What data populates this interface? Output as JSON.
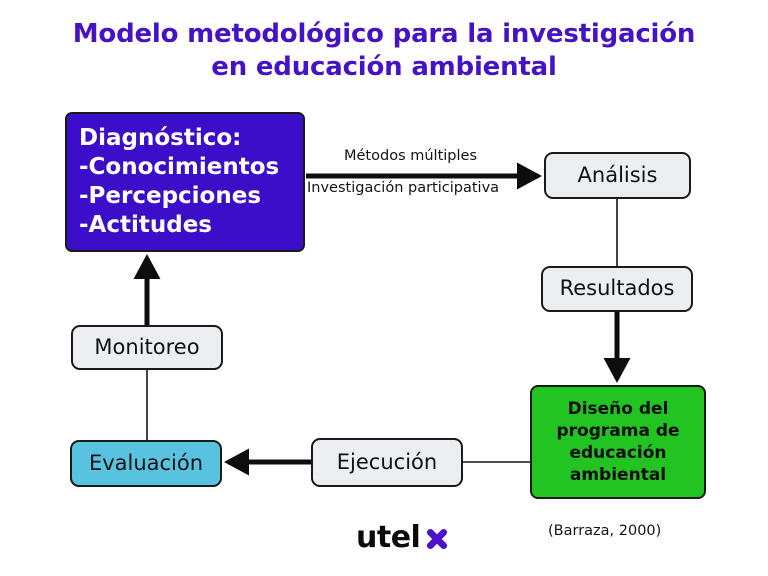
{
  "title": {
    "line1": "Modelo metodológico para la investigación",
    "line2": "en educación ambiental",
    "color": "#4612c6"
  },
  "nodes": {
    "diagnostico": {
      "heading": "Diagnóstico:",
      "item1": "-Conocimientos",
      "item2": "-Percepciones",
      "item3": "-Actitudes",
      "fill": "#3d0ec9",
      "text_color": "#ffffff"
    },
    "analisis": {
      "label": "Análisis",
      "fill": "#eceef1",
      "text_color": "#111111"
    },
    "resultados": {
      "label": "Resultados",
      "fill": "#eceef1",
      "text_color": "#111111"
    },
    "diseno": {
      "line1": "Diseño del",
      "line2": "programa de",
      "line3": "educación",
      "line4": "ambiental",
      "fill": "#22c421",
      "text_color": "#0b0b0b"
    },
    "monitoreo": {
      "label": "Monitoreo",
      "fill": "#eceef1",
      "text_color": "#111111"
    },
    "evaluacion": {
      "label": "Evaluación",
      "fill": "#58c3e0",
      "text_color": "#111111"
    },
    "ejecucion": {
      "label": "Ejecución",
      "fill": "#eceef1",
      "text_color": "#111111"
    }
  },
  "edge_labels": {
    "metodos": "Métodos múltiples",
    "investigacion": "Investigación participativa"
  },
  "citation": "(Barraza, 2000)",
  "logo": {
    "wordmark": "utel",
    "mark_color": "#4a13c9",
    "wordmark_color": "#0a0a0a"
  },
  "edges": [
    {
      "from": "diagnostico",
      "to": "analisis",
      "style": "thick-arrow",
      "direction": "right"
    },
    {
      "from": "analisis",
      "to": "resultados",
      "style": "thin-line",
      "direction": "down"
    },
    {
      "from": "resultados",
      "to": "diseno",
      "style": "thick-arrow",
      "direction": "down"
    },
    {
      "from": "diseno",
      "to": "ejecucion",
      "style": "thin-line",
      "direction": "left"
    },
    {
      "from": "ejecucion",
      "to": "evaluacion",
      "style": "thick-arrow",
      "direction": "left"
    },
    {
      "from": "evaluacion",
      "to": "monitoreo",
      "style": "thin-line",
      "direction": "up"
    },
    {
      "from": "monitoreo",
      "to": "diagnostico",
      "style": "thick-arrow",
      "direction": "up"
    }
  ]
}
